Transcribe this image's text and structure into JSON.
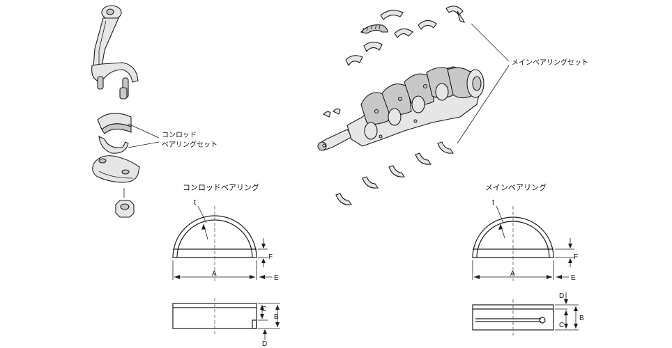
{
  "labels": {
    "conrod_bearing_set": [
      "コンロッド",
      "ベアリングセット"
    ],
    "main_bearing_set": "メインベアリングセット",
    "conrod_bearing": "コンロッドベアリング",
    "main_bearing": "メインベアリング"
  },
  "dimensions": {
    "t": "t",
    "A": "A",
    "B": "B",
    "C": "C",
    "D": "D",
    "E": "E",
    "F": "F"
  },
  "icons": [
    "connecting-rod-icon",
    "crankshaft-icon",
    "bearing-shell-icon"
  ],
  "colors": {
    "line": "#1a1a1a",
    "part_fill": "#e6e6e6",
    "part_shade": "#c8c8c8"
  }
}
